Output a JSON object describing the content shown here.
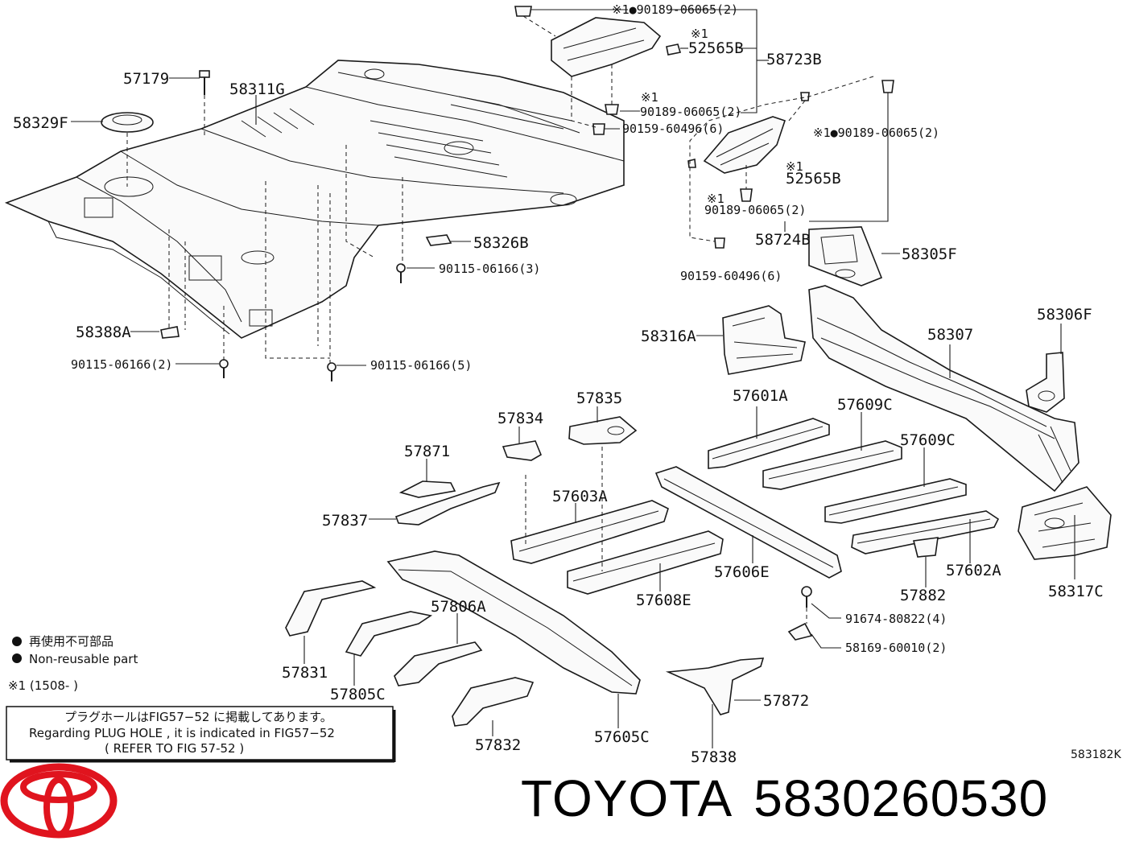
{
  "diagram_code": "583182K",
  "brand": "TOYOTA",
  "part_number": "5830260530",
  "legend": {
    "jp": "再使用不可部品",
    "en": "Non-reusable part",
    "date_note": "※1 (1508-      )"
  },
  "note": {
    "line1": "プラグホールはFIG57−52 に掲載してあります。",
    "line2": "Regarding PLUG HOLE , it is indicated in FIG57−52",
    "line3": "(    REFER TO FIG 57-52 )"
  },
  "colors": {
    "logo": "#e0141e",
    "line": "#1a1a1a"
  },
  "labels": {
    "l57179": "57179",
    "l58311G": "58311G",
    "l58329F": "58329F",
    "l58326B": "58326B",
    "l9011506166_3": "90115-06166(3)",
    "l58388A": "58388A",
    "l9011506166_2": "90115-06166(2)",
    "l9011506166_5": "90115-06166(5)",
    "l9018906065_top": "※1●90189-06065(2)",
    "l52565B_top": "52565B",
    "l52565B_top_mark": "※1",
    "l58723B": "58723B",
    "l9018906065_mid_mark": "※1",
    "l9018906065_mid": "90189-06065(2)",
    "l9015960496_top": "90159-60496(6)",
    "l9018906065_right": "※1●90189-06065(2)",
    "l52565B_low_mark": "※1",
    "l52565B_low": "52565B",
    "l9018906065_low_mark": "※1",
    "l9018906065_low": "90189-06065(2)",
    "l58724B": "58724B",
    "l58305F": "58305F",
    "l9015960496_low": "90159-60496(6)",
    "l58316A": "58316A",
    "l58307": "58307",
    "l58306F": "58306F",
    "l57835": "57835",
    "l57834": "57834",
    "l57601A": "57601A",
    "l57609C_a": "57609C",
    "l57609C_b": "57609C",
    "l57871": "57871",
    "l57603A": "57603A",
    "l57837": "57837",
    "l57806A": "57806A",
    "l57606E": "57606E",
    "l57608E": "57608E",
    "l57602A": "57602A",
    "l58317C": "58317C",
    "l57882": "57882",
    "l9167480822": "91674-80822(4)",
    "l5816960010": "58169-60010(2)",
    "l57831": "57831",
    "l57805C": "57805C",
    "l57872": "57872",
    "l57832": "57832",
    "l57605C": "57605C",
    "l57838": "57838"
  }
}
